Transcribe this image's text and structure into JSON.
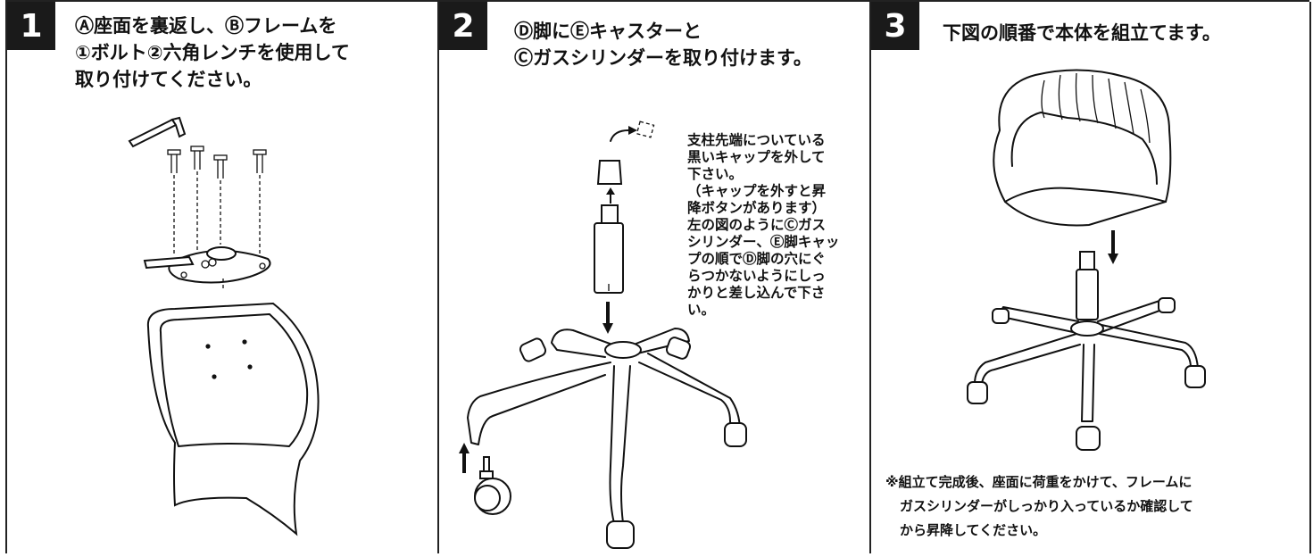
{
  "steps": [
    {
      "number": "1",
      "title_lines": [
        "Ⓐ座面を裏返し、Ⓑフレームを",
        "①ボルト②六角レンチを使用して",
        "取り付けてください。"
      ]
    },
    {
      "number": "2",
      "title_lines": [
        "Ⓓ脚にⒺキャスターと",
        "Ⓒガスシリンダーを取り付けます。"
      ],
      "note_lines": [
        "支柱先端についている",
        "黒いキャップを外して",
        "下さい。",
        "（キャップを外すと昇",
        "降ボタンがあります）",
        "左の図のようにⒸガス",
        "シリンダー、Ⓔ脚キャッ",
        "プの順でⒹ脚の穴にぐ",
        "らつかないようにしっ",
        "かりと差し込んで下さ",
        "い。"
      ]
    },
    {
      "number": "3",
      "title_lines": [
        "下図の順番で本体を組立てます。"
      ],
      "note_lines": [
        "※組立て完成後、座面に荷重をかけて、フレームに",
        "ガスシリンダーがしっかり入っているか確認して",
        "から昇降してください。"
      ]
    }
  ],
  "icons": [
    "hex-wrench-icon",
    "bolt-icon",
    "frame-plate-icon",
    "seat-icon",
    "gas-cylinder-icon",
    "cap-icon",
    "base-icon",
    "caster-icon",
    "chair-icon",
    "arrow-icon"
  ]
}
